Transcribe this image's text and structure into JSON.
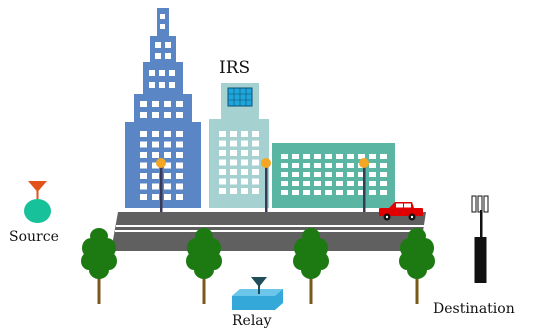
{
  "labels": {
    "irs": "IRS",
    "source": "Source",
    "relay": "Relay",
    "destination": "Destination"
  },
  "colors": {
    "tower": "#5b86c6",
    "irs_building": "#a5d2d0",
    "low_building": "#5ab5a2",
    "window": "#ffffff",
    "irs_panel": "#1fa6d8",
    "road": "#606060",
    "road_line": "#ffffff",
    "lamp": "#f5a623",
    "pole": "#3a3a58",
    "tree_leaf": "#1d7a12",
    "tree_trunk": "#7a5a1a",
    "car": "#e10000",
    "source_node": "#17c19a",
    "source_antenna": "#e2531b",
    "relay_box": "#34a8d9",
    "relay_antenna": "#1f4e5a",
    "bs_tower": "#111111"
  }
}
